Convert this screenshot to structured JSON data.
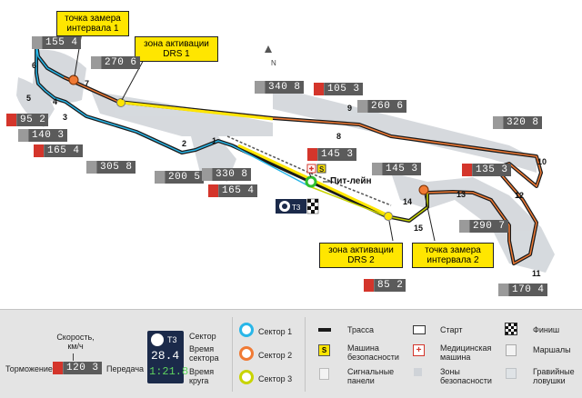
{
  "compass": "N",
  "turns": [
    "1",
    "2",
    "3",
    "4",
    "5",
    "6",
    "7",
    "8",
    "9",
    "10",
    "11",
    "12",
    "13",
    "14",
    "15"
  ],
  "speed_tags": [
    "155 4",
    "270 6",
    "340 8",
    "105 3",
    "260 6",
    "95 2",
    "140 3",
    "165 4",
    "305 8",
    "145 3",
    "320 8",
    "200 5",
    "165 4",
    "330 8",
    "145 3",
    "135 3",
    "290 7",
    "85 2",
    "170 4"
  ],
  "callouts": {
    "interval1": "точка замера интервала 1",
    "drs1": "зона активации DRS 1",
    "drs2": "зона активации DRS 2",
    "interval2": "точка замера интервала 2"
  },
  "pitlane": "Пит-лейн",
  "pit_t3": "T3",
  "legend": {
    "speed_caption": "Скорость, км/ч",
    "braking": "Торможение",
    "gear": "Передача",
    "sample_speed": "120 3",
    "t3_label": "T3",
    "sector_time": "28.4",
    "lap_time": "1:21.8",
    "sector_label": "Сектор",
    "sector_time_label": "Время сектора",
    "lap_time_label": "Время круга",
    "sector1": "Сектор 1",
    "sector2": "Сектор 2",
    "sector3": "Сектор 3",
    "track": "Трасса",
    "safety_car": "Машина безопасности",
    "signal_panels": "Сигнальные панели",
    "start": "Старт",
    "medical_car": "Медицинская машина",
    "safety_zones": "Зоны безопасности",
    "finish": "Финиш",
    "marshals": "Маршалы",
    "gravel": "Гравийные ловушки"
  },
  "colors": {
    "sector1": "#29b6e8",
    "sector2": "#f07a34",
    "sector3": "#c8d400",
    "drs": "#ffe600",
    "track": "#1a1a1a",
    "runoff": "#cfd3d8",
    "brake": "#d4352b"
  }
}
